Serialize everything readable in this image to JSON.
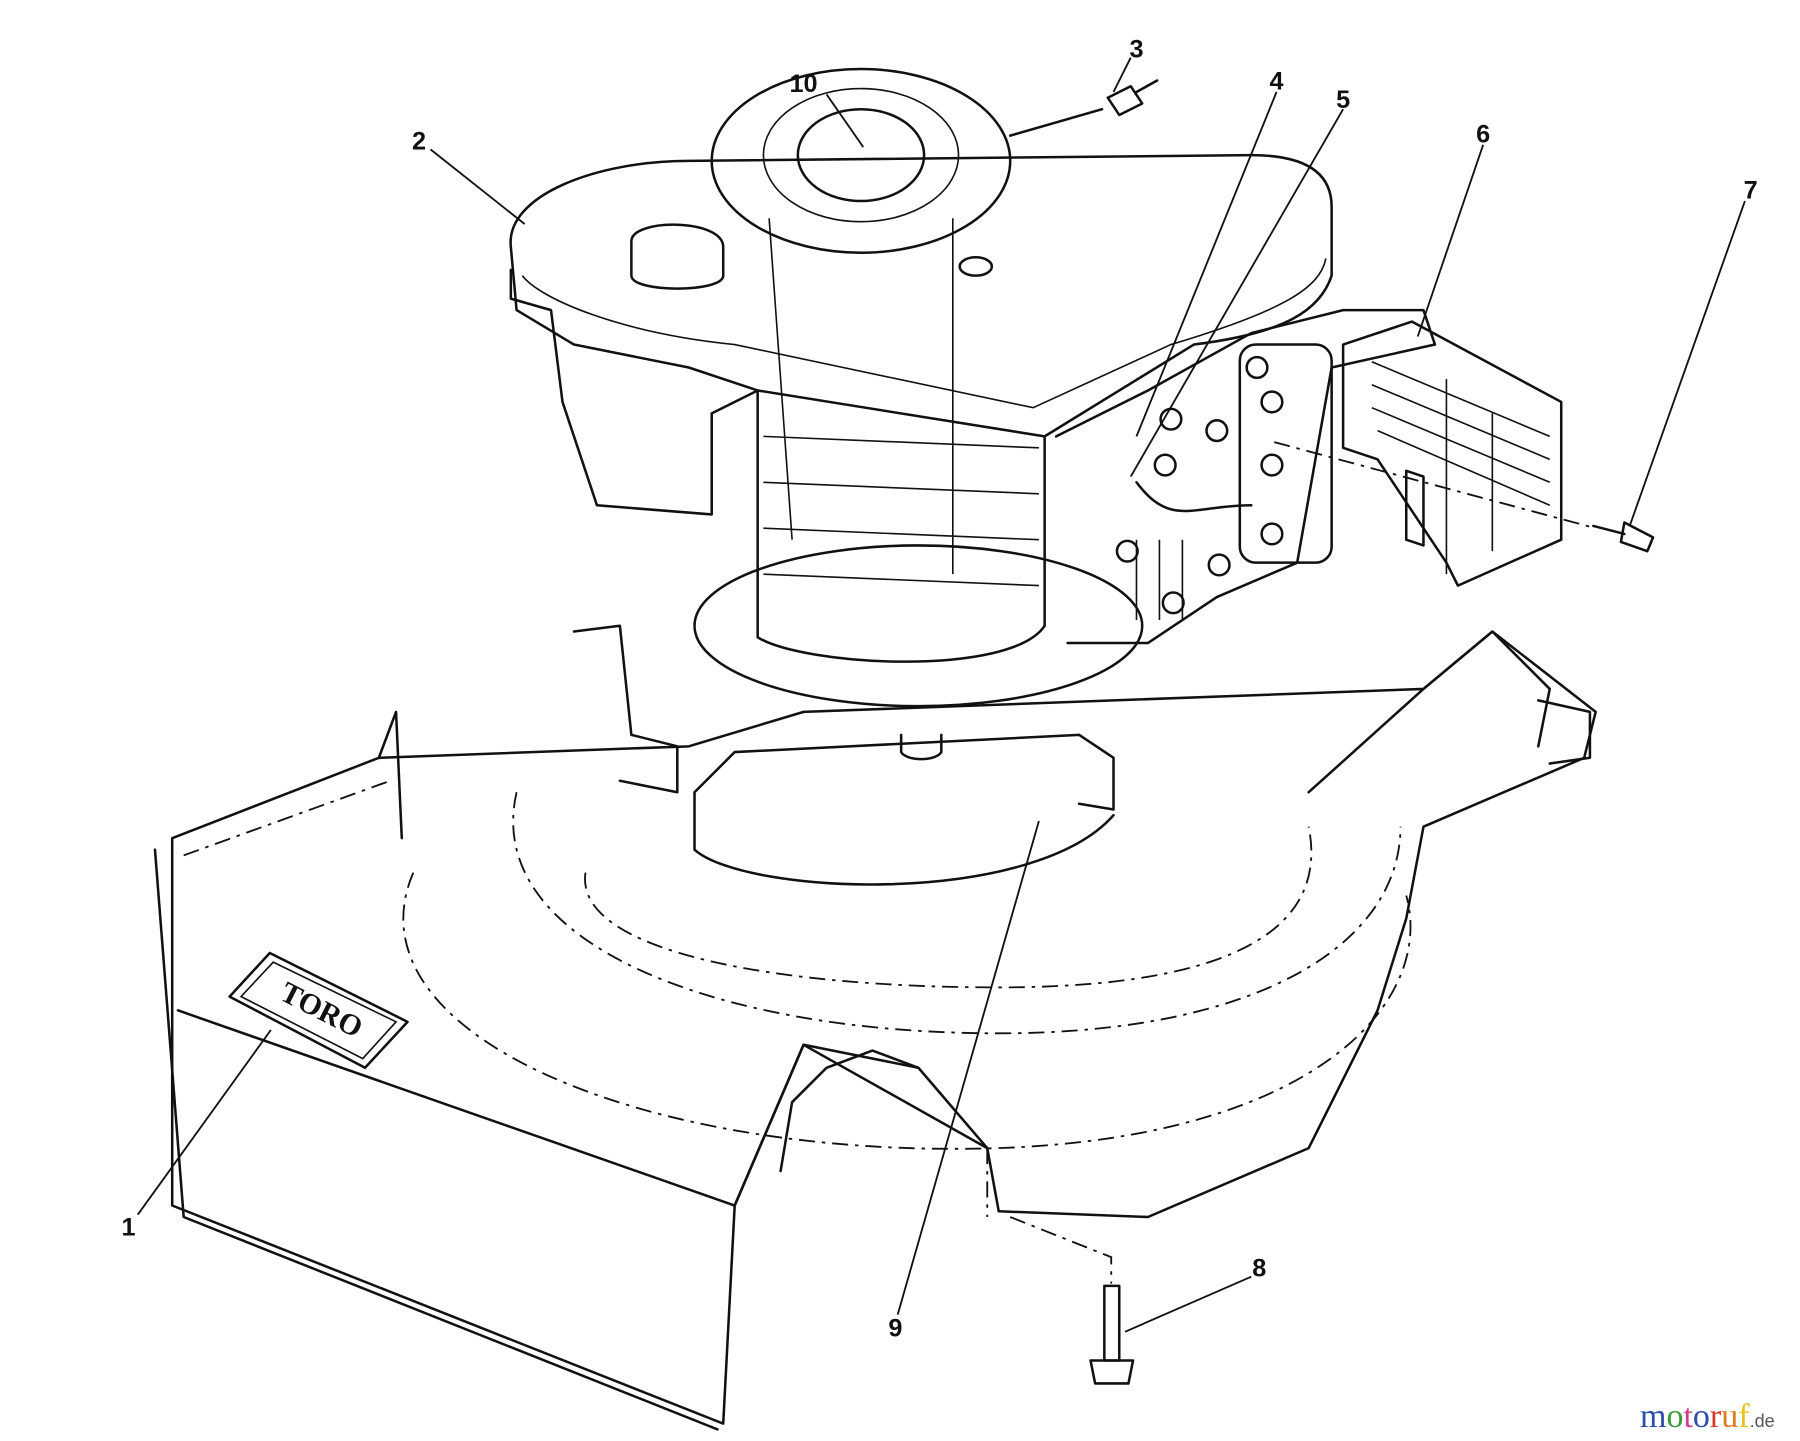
{
  "diagram": {
    "title": "Lawn mower housing and engine parts diagram",
    "callouts": [
      {
        "id": "1",
        "label": "1"
      },
      {
        "id": "2",
        "label": "2"
      },
      {
        "id": "3",
        "label": "3"
      },
      {
        "id": "4",
        "label": "4"
      },
      {
        "id": "5",
        "label": "5"
      },
      {
        "id": "6",
        "label": "6"
      },
      {
        "id": "7",
        "label": "7"
      },
      {
        "id": "8",
        "label": "8"
      },
      {
        "id": "9",
        "label": "9"
      },
      {
        "id": "10",
        "label": "10"
      }
    ],
    "brand_plate": "TORO"
  },
  "watermark": {
    "letters": [
      "m",
      "o",
      "t",
      "o",
      "r",
      "u",
      "f"
    ],
    "suffix": ".de",
    "colors": [
      "#2a4fa8",
      "#3a9a3a",
      "#d23a8a",
      "#2a4fa8",
      "#d83a2a",
      "#e07a1a",
      "#e8c21a"
    ]
  }
}
